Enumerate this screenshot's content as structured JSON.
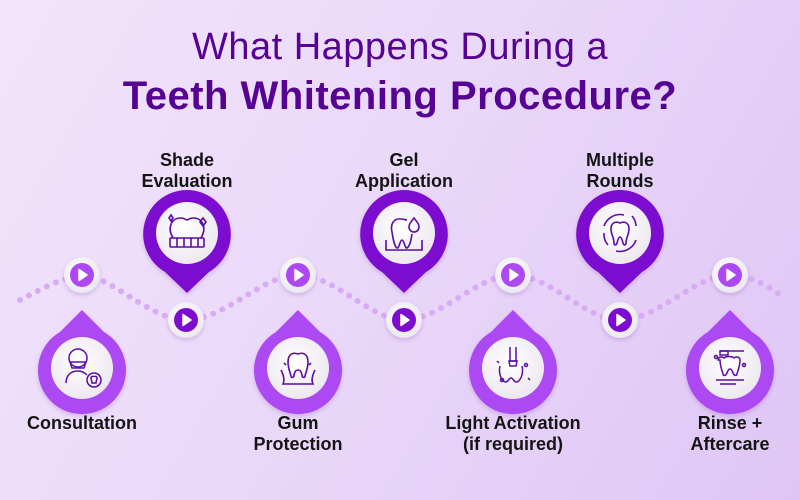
{
  "title": {
    "line1": "What Happens During a",
    "line2": "Teeth Whitening Procedure?"
  },
  "colors": {
    "title": "#560394",
    "top_pin": "#7c0fd0",
    "bottom_pin": "#ad4af3",
    "dots": "#d9aef5",
    "label": "#141414"
  },
  "steps": [
    {
      "order": 1,
      "label": "Consultation",
      "icon": "dentist-consultation-icon",
      "position": "bottom"
    },
    {
      "order": 2,
      "label_lines": [
        "Shade",
        "Evaluation"
      ],
      "icon": "shade-guide-icon",
      "position": "top"
    },
    {
      "order": 3,
      "label_lines": [
        "Gum",
        "Protection"
      ],
      "icon": "gum-protection-icon",
      "position": "bottom"
    },
    {
      "order": 4,
      "label_lines": [
        "Gel",
        "Application"
      ],
      "icon": "gel-drop-tooth-icon",
      "position": "top"
    },
    {
      "order": 5,
      "label_lines": [
        "Light Activation",
        "(if required)"
      ],
      "icon": "light-activation-icon",
      "position": "bottom"
    },
    {
      "order": 6,
      "label_lines": [
        "Multiple",
        "Rounds"
      ],
      "icon": "repeat-tooth-icon",
      "position": "top"
    },
    {
      "order": 7,
      "label_lines": [
        "Rinse +",
        "Aftercare"
      ],
      "icon": "rinse-aftercare-icon",
      "position": "bottom"
    }
  ],
  "connectors": {
    "play_button_icon": "play-icon"
  }
}
